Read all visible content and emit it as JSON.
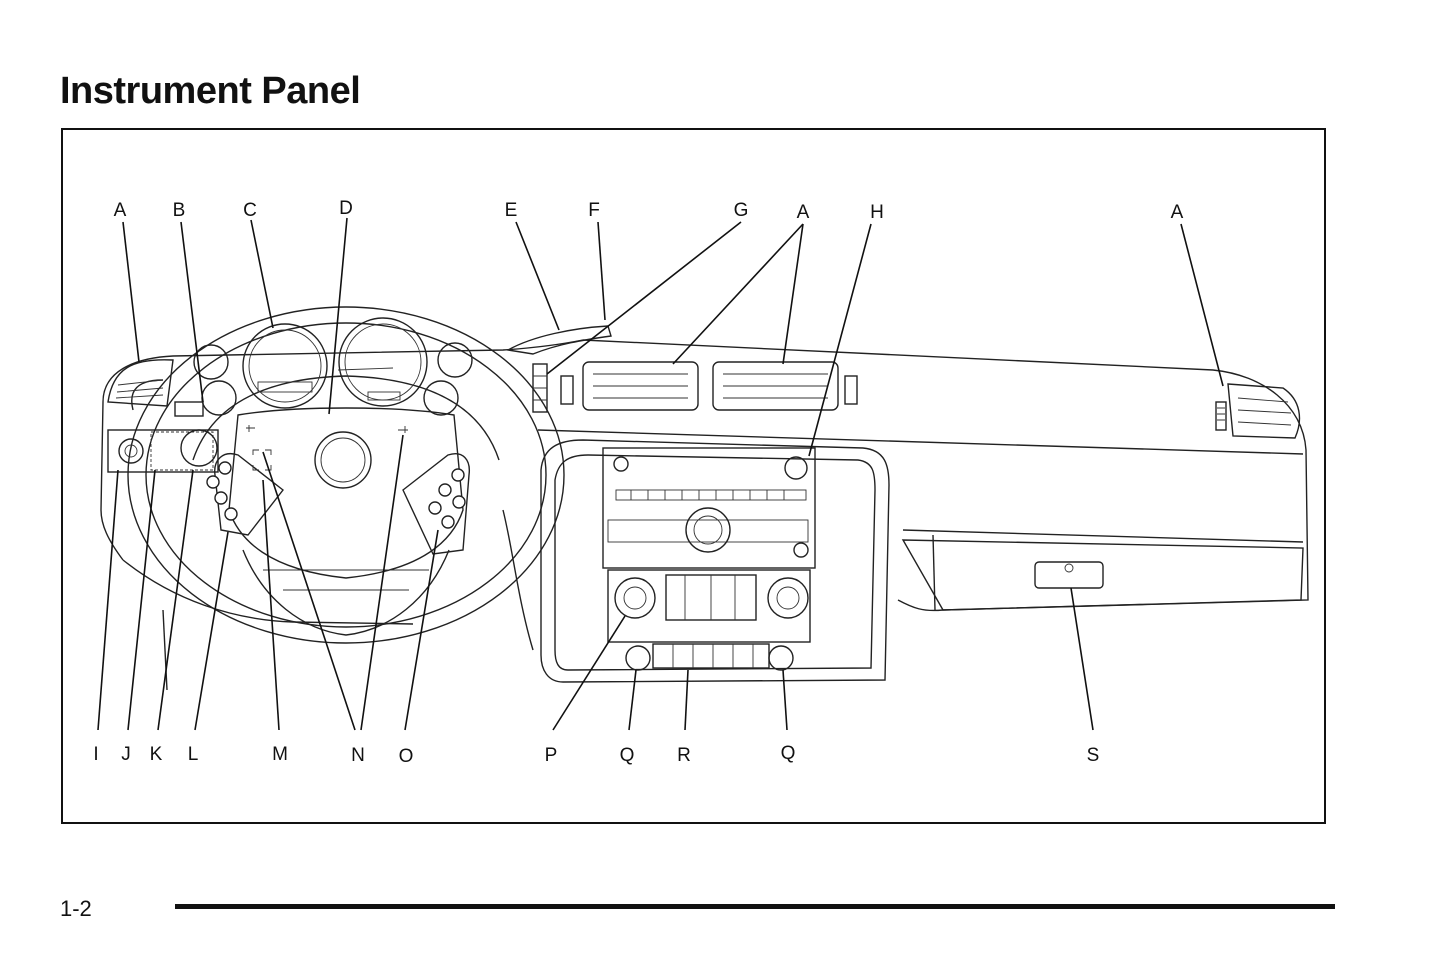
{
  "page": {
    "title": "Instrument Panel",
    "page_number": "1-2"
  },
  "figure": {
    "callouts_top": [
      "A",
      "B",
      "C",
      "D",
      "E",
      "F",
      "G",
      "A",
      "H",
      "A"
    ],
    "callouts_bottom": [
      "I",
      "J",
      "K",
      "L",
      "M",
      "N",
      "O",
      "P",
      "Q",
      "R",
      "Q",
      "S"
    ]
  }
}
